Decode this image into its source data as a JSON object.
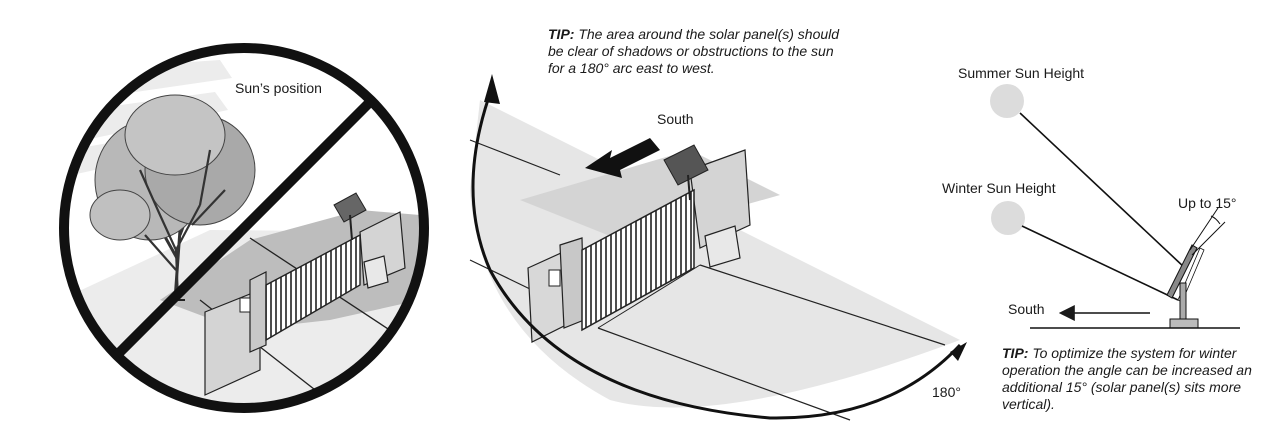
{
  "left_panel": {
    "sun_position_label": "Sun’s position"
  },
  "middle_panel": {
    "tip_prefix": "TIP:",
    "tip_text": "The area around the solar panel(s) should be clear of shadows or obstructions to the sun for a 180° arc east to west.",
    "south_label": "South",
    "arc_label": "180°"
  },
  "right_panel": {
    "summer_label": "Summer Sun Height",
    "winter_label": "Winter Sun Height",
    "angle_label": "Up to 15°",
    "south_label": "South",
    "tip_prefix": "TIP:",
    "tip_text": "To optimize the system for winter operation the angle can be increased an additional 15° (solar panel(s) sits more vertical)."
  },
  "colors": {
    "ink": "#1a1a1a",
    "ground": "#e6e6e6",
    "shadow": "#bdbdbd",
    "wall": "#d4d4d4",
    "sun": "#dcdcdc"
  }
}
